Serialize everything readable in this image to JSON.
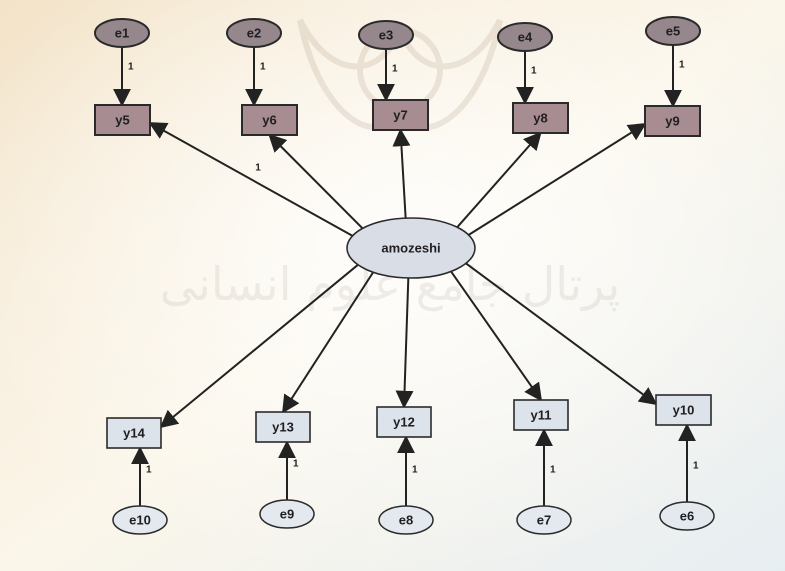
{
  "diagram": {
    "latent": {
      "label": "amozeshi"
    },
    "top_indicators": [
      {
        "label": "y5",
        "error": "e1",
        "weight": "1"
      },
      {
        "label": "y6",
        "error": "e2",
        "weight": "1"
      },
      {
        "label": "y7",
        "error": "e3",
        "weight": "1"
      },
      {
        "label": "y8",
        "error": "e4",
        "weight": "1"
      },
      {
        "label": "y9",
        "error": "e5",
        "weight": "1"
      }
    ],
    "bottom_indicators": [
      {
        "label": "y14",
        "error": "e10",
        "weight": "1"
      },
      {
        "label": "y13",
        "error": "e9",
        "weight": "1"
      },
      {
        "label": "y12",
        "error": "e8",
        "weight": "1"
      },
      {
        "label": "y11",
        "error": "e7",
        "weight": "1"
      },
      {
        "label": "y10",
        "error": "e6",
        "weight": "1"
      }
    ],
    "fixed_loading_label": "1",
    "watermark": "پرتال جامع علوم انسانی"
  }
}
